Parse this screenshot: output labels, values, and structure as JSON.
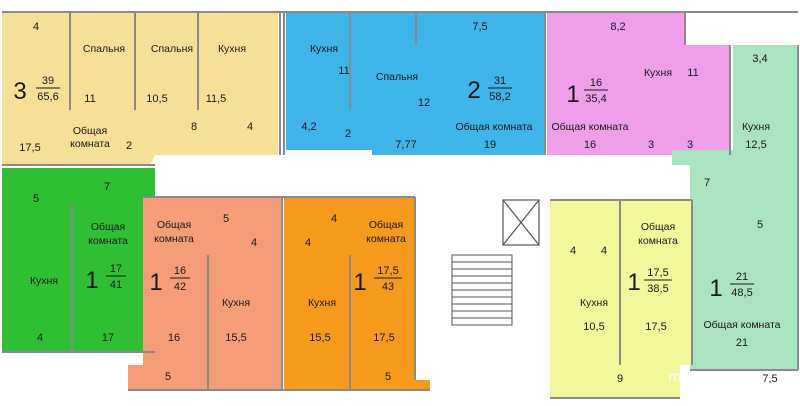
{
  "watermark": "metrpro.ru",
  "colors": {
    "yellow": "#f6df97",
    "blue": "#3fb4e9",
    "pink": "#ef9ee9",
    "mint": "#a9e3c0",
    "green": "#2fbf35",
    "salmon": "#f59d78",
    "orange": "#f59a1d",
    "lime": "#f3f79b",
    "corridor": "#ffffff",
    "wall": "#8a8a8a"
  },
  "apartments": [
    {
      "id": "a1",
      "rooms": "3",
      "living": "39",
      "total": "65,6",
      "color": "yellow",
      "labels": [
        {
          "id": "y-4",
          "t": "4"
        },
        {
          "id": "y-sp1",
          "t": "Спальня"
        },
        {
          "id": "y-sp2",
          "t": "Спальня"
        },
        {
          "id": "y-kitchen",
          "t": "Кухня"
        },
        {
          "id": "y-11",
          "t": "11"
        },
        {
          "id": "y-10-5",
          "t": "10,5"
        },
        {
          "id": "y-11-5",
          "t": "11,5"
        },
        {
          "id": "y-8",
          "t": "8"
        },
        {
          "id": "y-4b",
          "t": "4"
        },
        {
          "id": "y-17-5",
          "t": "17,5"
        },
        {
          "id": "y-common1",
          "t": "Общая"
        },
        {
          "id": "y-common2",
          "t": "комната"
        },
        {
          "id": "y-2",
          "t": "2"
        }
      ]
    },
    {
      "id": "a2",
      "rooms": "2",
      "living": "31",
      "total": "58,2",
      "color": "blue",
      "labels": [
        {
          "id": "b-kitchen",
          "t": "Кухня"
        },
        {
          "id": "b-11",
          "t": "11"
        },
        {
          "id": "b-bedroom",
          "t": "Спальня"
        },
        {
          "id": "b-12",
          "t": "12"
        },
        {
          "id": "b-7-5",
          "t": "7,5"
        },
        {
          "id": "b-4-2",
          "t": "4,2"
        },
        {
          "id": "b-2",
          "t": "2"
        },
        {
          "id": "b-7-77",
          "t": "7,77"
        },
        {
          "id": "b-19",
          "t": "19"
        },
        {
          "id": "b-common",
          "t": "Общая комната"
        }
      ]
    },
    {
      "id": "a3",
      "rooms": "1",
      "living": "16",
      "total": "35,4",
      "color": "pink",
      "labels": [
        {
          "id": "p-8-2",
          "t": "8,2"
        },
        {
          "id": "p-kitchen",
          "t": "Кухня"
        },
        {
          "id": "p-11",
          "t": "11"
        },
        {
          "id": "p-common",
          "t": "Общая комната"
        },
        {
          "id": "p-16",
          "t": "16"
        },
        {
          "id": "p-3a",
          "t": "3"
        },
        {
          "id": "p-3b",
          "t": "3"
        }
      ]
    },
    {
      "id": "a4",
      "rooms": "1",
      "living": "21",
      "total": "48,5",
      "color": "mint",
      "labels": [
        {
          "id": "m-3-4",
          "t": "3,4"
        },
        {
          "id": "m-kitchen",
          "t": "Кухня"
        },
        {
          "id": "m-12-5",
          "t": "12,5"
        },
        {
          "id": "m-7",
          "t": "7"
        },
        {
          "id": "m-5",
          "t": "5"
        },
        {
          "id": "m-common",
          "t": "Общая комната"
        },
        {
          "id": "m-21",
          "t": "21"
        },
        {
          "id": "m-7-5",
          "t": "7,5"
        }
      ]
    },
    {
      "id": "a5",
      "rooms": "1",
      "living": "17",
      "total": "41",
      "color": "green",
      "labels": [
        {
          "id": "g-5",
          "t": "5"
        },
        {
          "id": "g-7",
          "t": "7"
        },
        {
          "id": "g-common1",
          "t": "Общая"
        },
        {
          "id": "g-common2",
          "t": "комната"
        },
        {
          "id": "g-kitchen",
          "t": "Кухня"
        },
        {
          "id": "g-4",
          "t": "4"
        },
        {
          "id": "g-17",
          "t": "17"
        }
      ]
    },
    {
      "id": "a6",
      "rooms": "1",
      "living": "16",
      "total": "42",
      "color": "salmon",
      "labels": [
        {
          "id": "s-common1",
          "t": "Общая"
        },
        {
          "id": "s-common2",
          "t": "комната"
        },
        {
          "id": "s-5",
          "t": "5"
        },
        {
          "id": "s-4",
          "t": "4"
        },
        {
          "id": "s-kitchen",
          "t": "Кухня"
        },
        {
          "id": "s-16",
          "t": "16"
        },
        {
          "id": "s-15-5",
          "t": "15,5"
        },
        {
          "id": "s-5b",
          "t": "5"
        }
      ]
    },
    {
      "id": "a7",
      "rooms": "1",
      "living": "17,5",
      "total": "43",
      "color": "orange",
      "labels": [
        {
          "id": "o-4a",
          "t": "4"
        },
        {
          "id": "o-4b",
          "t": "4"
        },
        {
          "id": "o-common1",
          "t": "Общая"
        },
        {
          "id": "o-common2",
          "t": "комната"
        },
        {
          "id": "o-kitchen",
          "t": "Кухня"
        },
        {
          "id": "o-15-5",
          "t": "15,5"
        },
        {
          "id": "o-17-5",
          "t": "17,5"
        },
        {
          "id": "o-5",
          "t": "5"
        }
      ]
    },
    {
      "id": "a8",
      "rooms": "1",
      "living": "17,5",
      "total": "38,5",
      "color": "lime",
      "labels": [
        {
          "id": "l-4a",
          "t": "4"
        },
        {
          "id": "l-4b",
          "t": "4"
        },
        {
          "id": "l-common1",
          "t": "Общая"
        },
        {
          "id": "l-common2",
          "t": "комната"
        },
        {
          "id": "l-kitchen",
          "t": "Кухня"
        },
        {
          "id": "l-10-5",
          "t": "10,5"
        },
        {
          "id": "l-17-5",
          "t": "17,5"
        },
        {
          "id": "l-9",
          "t": "9"
        }
      ]
    }
  ]
}
